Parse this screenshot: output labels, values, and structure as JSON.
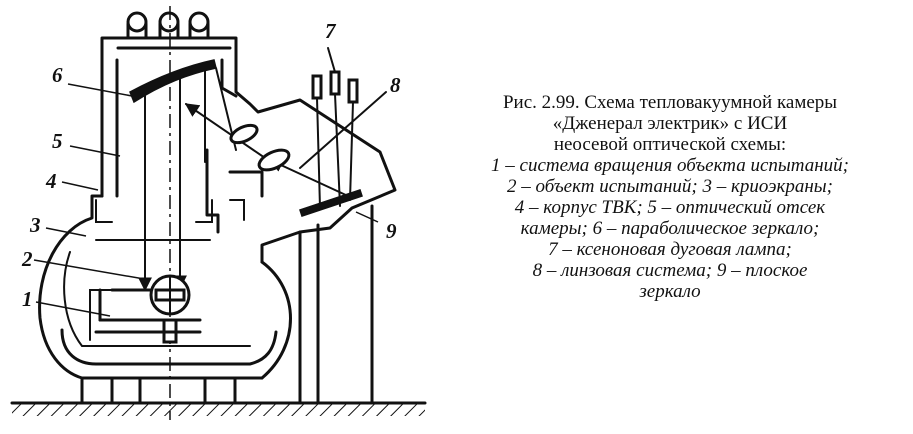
{
  "figure": {
    "caption_lines": [
      "Рис. 2.99. Схема тепловакуумной камеры",
      "«Дженерал электрик» с ИСИ",
      "неосевой оптической схемы:",
      "1 – система вращения объекта испытаний;",
      "2 – объект испытаний; 3 – криоэкраны;",
      "4 – корпус ТВК; 5 – оптический отсек",
      "камеры; 6 – параболическое зеркало;",
      "7 – ксеноновая дуговая лампа;",
      "8 – линзовая система; 9 – плоское",
      "зеркало"
    ],
    "callouts": {
      "c1": "1",
      "c2": "2",
      "c3": "3",
      "c4": "4",
      "c5": "5",
      "c6": "6",
      "c7": "7",
      "c8": "8",
      "c9": "9"
    }
  }
}
